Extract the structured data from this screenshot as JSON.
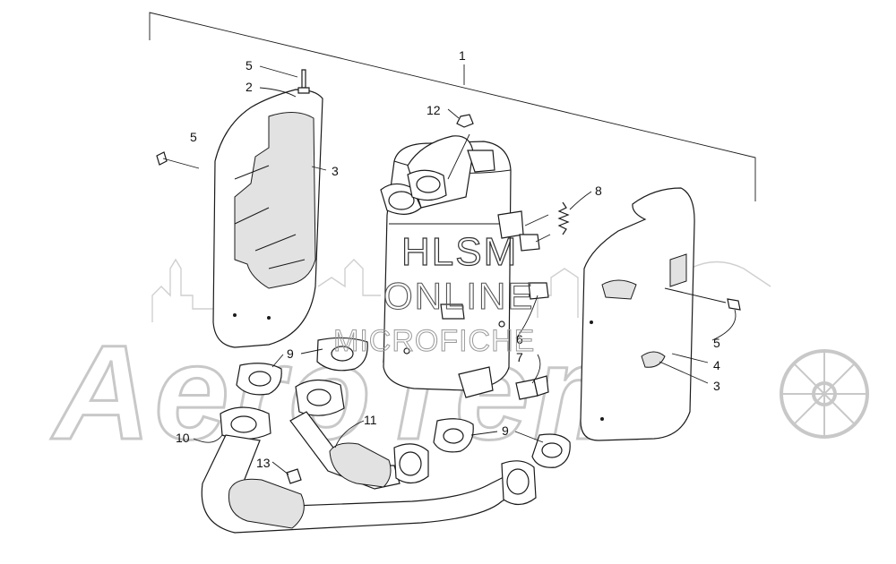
{
  "callouts": {
    "c1": "1",
    "c2": "2",
    "c3a": "3",
    "c3b": "3",
    "c4": "4",
    "c5a": "5",
    "c5b": "5",
    "c5c": "5",
    "c6": "6",
    "c7": "7",
    "c8": "8",
    "c9a": "9",
    "c9b": "9",
    "c10": "10",
    "c11": "11",
    "c12": "12",
    "c13": "13"
  },
  "watermark": {
    "hlsm": "HLSM",
    "online": "ONLINE",
    "microfiche": "MICROFICHE",
    "brand": "AeroTem"
  },
  "colors": {
    "line": "#1a1a1a",
    "watermark": "#bdbdbd",
    "shade": "#e2e2e2"
  }
}
